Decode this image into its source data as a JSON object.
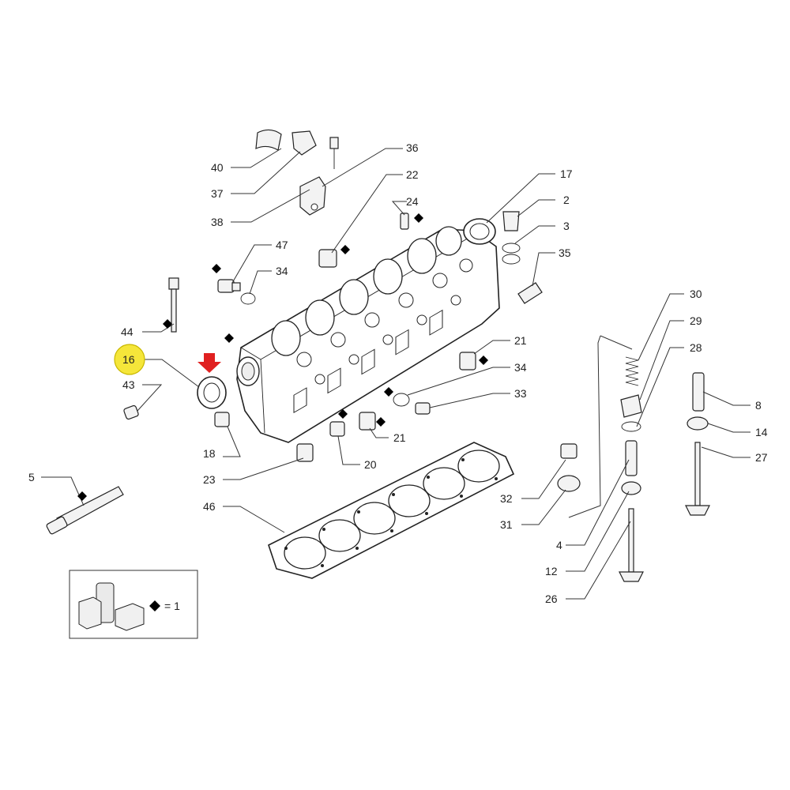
{
  "diagram": {
    "callouts": [
      {
        "id": "c40",
        "label": "40"
      },
      {
        "id": "c37",
        "label": "37"
      },
      {
        "id": "c38",
        "label": "38"
      },
      {
        "id": "c36",
        "label": "36"
      },
      {
        "id": "c22",
        "label": "22"
      },
      {
        "id": "c24",
        "label": "24"
      },
      {
        "id": "c17",
        "label": "17"
      },
      {
        "id": "c2",
        "label": "2"
      },
      {
        "id": "c3",
        "label": "3"
      },
      {
        "id": "c35",
        "label": "35"
      },
      {
        "id": "c47",
        "label": "47"
      },
      {
        "id": "c34a",
        "label": "34"
      },
      {
        "id": "c44",
        "label": "44"
      },
      {
        "id": "c16",
        "label": "16"
      },
      {
        "id": "c43",
        "label": "43"
      },
      {
        "id": "c18",
        "label": "18"
      },
      {
        "id": "c23",
        "label": "23"
      },
      {
        "id": "c46",
        "label": "46"
      },
      {
        "id": "c5",
        "label": "5"
      },
      {
        "id": "c21a",
        "label": "21"
      },
      {
        "id": "c34b",
        "label": "34"
      },
      {
        "id": "c33",
        "label": "33"
      },
      {
        "id": "c20",
        "label": "20"
      },
      {
        "id": "c21b",
        "label": "21"
      },
      {
        "id": "c30",
        "label": "30"
      },
      {
        "id": "c29",
        "label": "29"
      },
      {
        "id": "c28",
        "label": "28"
      },
      {
        "id": "c8",
        "label": "8"
      },
      {
        "id": "c14",
        "label": "14"
      },
      {
        "id": "c27",
        "label": "27"
      },
      {
        "id": "c32",
        "label": "32"
      },
      {
        "id": "c31",
        "label": "31"
      },
      {
        "id": "c4",
        "label": "4"
      },
      {
        "id": "c12",
        "label": "12"
      },
      {
        "id": "c26",
        "label": "26"
      }
    ],
    "highlight_color": "#f5e63a",
    "arrow_color": "#e02020",
    "legend": {
      "text": "= 1",
      "marker_icon": "diamond-icon"
    }
  }
}
